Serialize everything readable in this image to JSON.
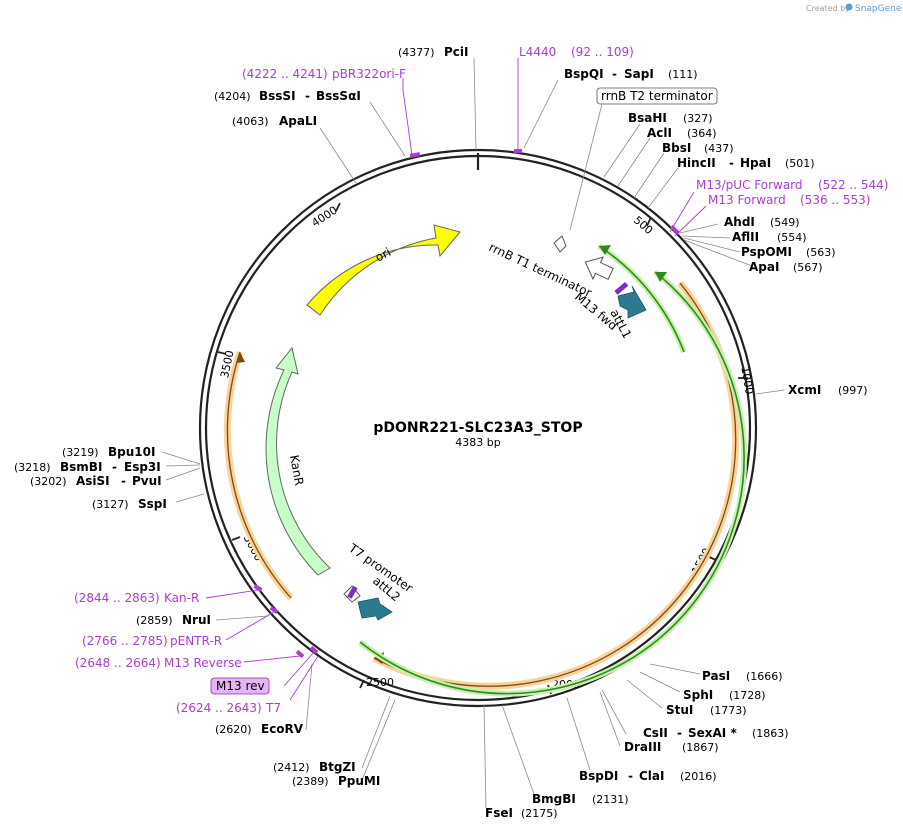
{
  "app": {
    "credit_prefix": "Created by",
    "brand": "SnapGene"
  },
  "plasmid": {
    "name": "pDONR221-SLC23A3_STOP",
    "length_label": "4383 bp",
    "length": 4383
  },
  "ticks": [
    "500",
    "1000",
    "1500",
    "2000",
    "2500",
    "3000",
    "3500",
    "4000"
  ],
  "enzymes": [
    {
      "pos": "(4377)",
      "name": "PciI"
    },
    {
      "pos": "(111)",
      "name": "BspQI",
      "name2": "SapI"
    },
    {
      "pos": "(4204)",
      "name": "BssSI",
      "name2": "BssSαI"
    },
    {
      "pos": "(4063)",
      "name": "ApaLI"
    },
    {
      "pos": "(327)",
      "name": "BsaHI"
    },
    {
      "pos": "(364)",
      "name": "AclI"
    },
    {
      "pos": "(437)",
      "name": "BbsI"
    },
    {
      "pos": "(501)",
      "name": "HincII",
      "name2": "HpaI"
    },
    {
      "pos": "(549)",
      "name": "AhdI"
    },
    {
      "pos": "(554)",
      "name": "AflII"
    },
    {
      "pos": "(563)",
      "name": "PspOMI"
    },
    {
      "pos": "(567)",
      "name": "ApaI"
    },
    {
      "pos": "(997)",
      "name": "XcmI"
    },
    {
      "pos": "(3219)",
      "name": "Bpu10I"
    },
    {
      "pos": "(3218)",
      "name": "BsmBI",
      "name2": "Esp3I"
    },
    {
      "pos": "(3202)",
      "name": "AsiSI",
      "name2": "PvuI"
    },
    {
      "pos": "(3127)",
      "name": "SspI"
    },
    {
      "pos": "(2859)",
      "name": "NruI"
    },
    {
      "pos": "(2620)",
      "name": "EcoRV"
    },
    {
      "pos": "(2412)",
      "name": "BtgZI"
    },
    {
      "pos": "(2389)",
      "name": "PpuMI"
    },
    {
      "pos": "(2175)",
      "name": "FseI"
    },
    {
      "pos": "(2131)",
      "name": "BmgBI"
    },
    {
      "pos": "(2016)",
      "name": "BspDI",
      "name2": "ClaI"
    },
    {
      "pos": "(1867)",
      "name": "DraIII"
    },
    {
      "pos": "(1863)",
      "name": "CsII",
      "name2": "SexAI *"
    },
    {
      "pos": "(1773)",
      "name": "StuI"
    },
    {
      "pos": "(1728)",
      "name": "SphI"
    },
    {
      "pos": "(1666)",
      "name": "PasI"
    }
  ],
  "primers": [
    {
      "name": "L4440",
      "range": "(92 .. 109)"
    },
    {
      "name": "pBR322ori-F",
      "range": "(4222 .. 4241)"
    },
    {
      "name": "M13/pUC Forward",
      "range": "(522 .. 544)"
    },
    {
      "name": "M13 Forward",
      "range": "(536 .. 553)"
    },
    {
      "name": "Kan-R",
      "range": "(2844 .. 2863)"
    },
    {
      "name": "pENTR-R",
      "range": "(2766 .. 2785)"
    },
    {
      "name": "M13 Reverse",
      "range": "(2648 .. 2664)"
    },
    {
      "name": "M13 rev",
      "range": ""
    },
    {
      "name": "T7",
      "range": "(2624 .. 2643)"
    }
  ],
  "features": {
    "rrnb_t2": "rrnB T2 terminator",
    "rrnb_t1": "rrnB T1 terminator",
    "m13fwd": "M13 fwd",
    "attl1": "attL1",
    "ori": "ori",
    "kanr": "KanR",
    "t7": "T7 promoter",
    "attl2": "attL2"
  },
  "colors": {
    "backbone": "#222222",
    "ori": "#ffff00",
    "kanr": "#c8ffc8",
    "orf": "#f8d39a",
    "green_line": "#2e8b1a",
    "attl": "#2b7a8f",
    "primer": "#a83fd0",
    "m13rev_box": "#e6b3f7"
  }
}
